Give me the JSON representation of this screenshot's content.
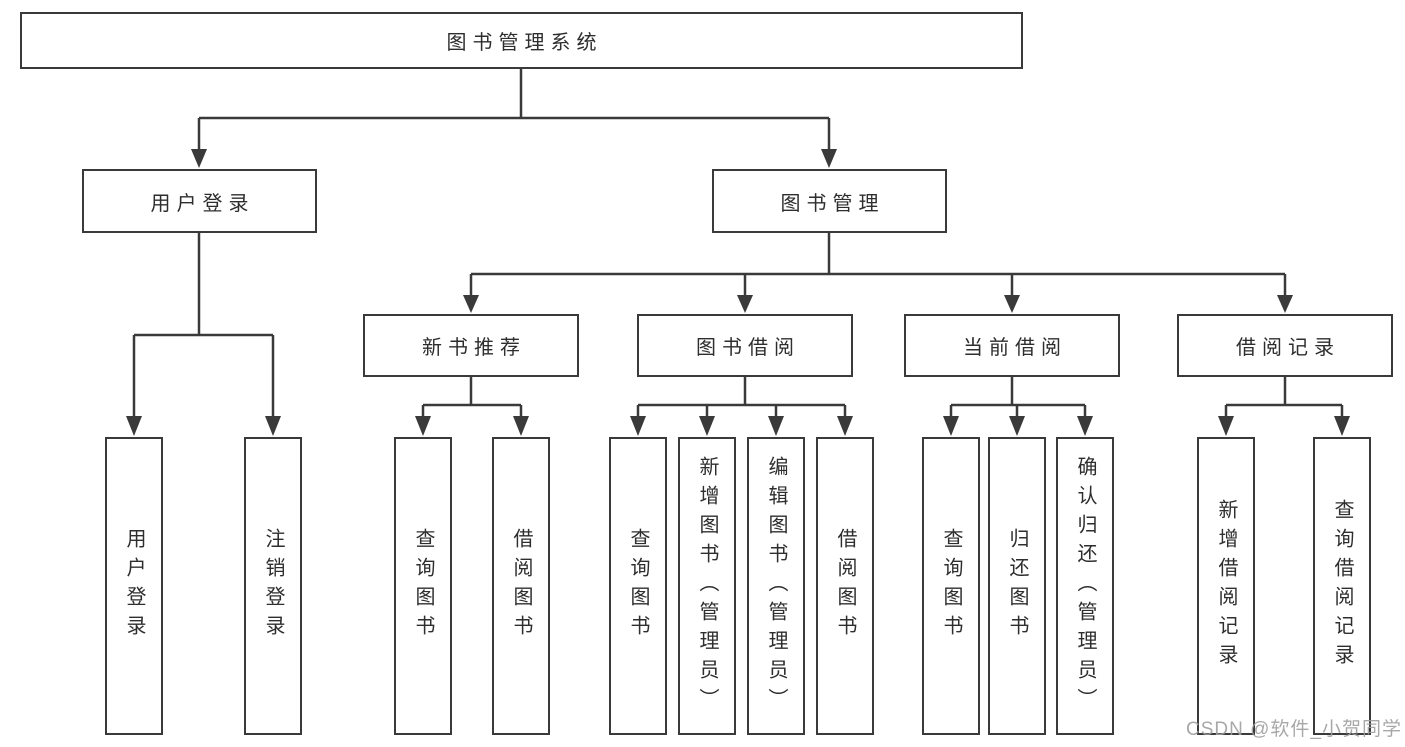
{
  "diagram": {
    "type": "hierarchy-tree",
    "title": "图书管理系统",
    "hierarchy": {
      "label": "图书管理系统",
      "children": [
        {
          "label": "用户登录",
          "children": [
            {
              "label": "用户登录"
            },
            {
              "label": "注销登录"
            }
          ]
        },
        {
          "label": "图书管理",
          "children": [
            {
              "label": "新书推荐",
              "children": [
                {
                  "label": "查询图书"
                },
                {
                  "label": "借阅图书"
                }
              ]
            },
            {
              "label": "图书借阅",
              "children": [
                {
                  "label": "查询图书"
                },
                {
                  "label": "新增图书（管理员）"
                },
                {
                  "label": "编辑图书（管理员）"
                },
                {
                  "label": "借阅图书"
                }
              ]
            },
            {
              "label": "当前借阅",
              "children": [
                {
                  "label": "查询图书"
                },
                {
                  "label": "归还图书"
                },
                {
                  "label": "确认归还（管理员）"
                }
              ]
            },
            {
              "label": "借阅记录",
              "children": [
                {
                  "label": "新增借阅记录"
                },
                {
                  "label": "查询借阅记录"
                }
              ]
            }
          ]
        }
      ]
    },
    "colors": {
      "line": "#3a3a3a",
      "box_border": "#3a3a3a",
      "box_fill": "#ffffff",
      "text": "#2e2e2e",
      "watermark_text": "#9e9e9e",
      "background": "#ffffff"
    }
  },
  "watermark": {
    "text": "CSDN @软件_小贺同学"
  }
}
